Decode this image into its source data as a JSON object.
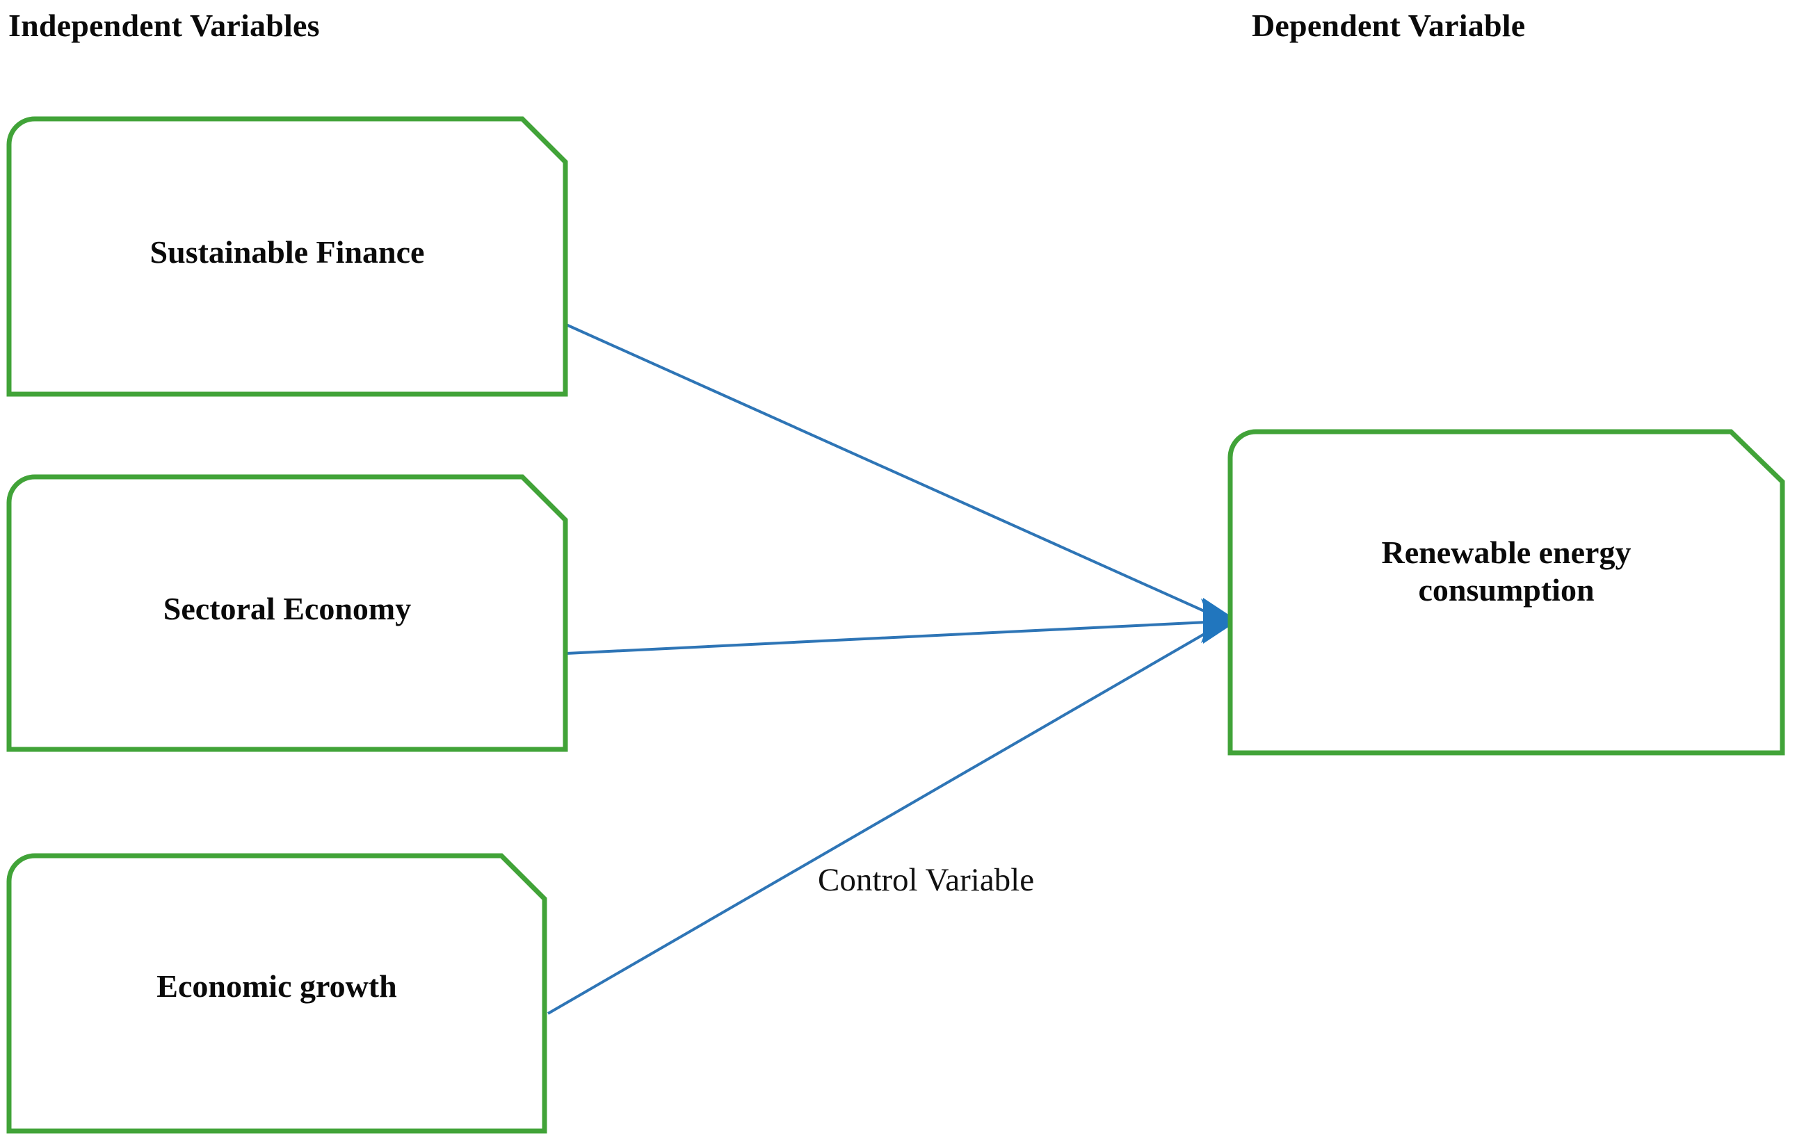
{
  "headers": {
    "independent": "Independent Variables",
    "dependent": "Dependent Variable"
  },
  "nodes": {
    "independent_variables": [
      {
        "id": "sustainable-finance",
        "label": "Sustainable Finance"
      },
      {
        "id": "sectoral-economy",
        "label": "Sectoral Economy"
      },
      {
        "id": "economic-growth",
        "label": "Economic growth"
      }
    ],
    "dependent_variable": {
      "id": "renewable-energy",
      "label": "Renewable energy\nconsumption"
    }
  },
  "annotations": {
    "control_variable": "Control Variable"
  },
  "colors": {
    "node_border": "#41A338",
    "connector": "#2E75B6",
    "text": "#0A0A0A",
    "background": "#FFFFFF"
  },
  "connectors": [
    {
      "from": "sustainable-finance",
      "to": "renewable-energy",
      "arrow": true
    },
    {
      "from": "sectoral-economy",
      "to": "renewable-energy",
      "arrow": true
    },
    {
      "from": "economic-growth",
      "to": "renewable-energy",
      "arrow": true,
      "label": "Control Variable"
    }
  ]
}
